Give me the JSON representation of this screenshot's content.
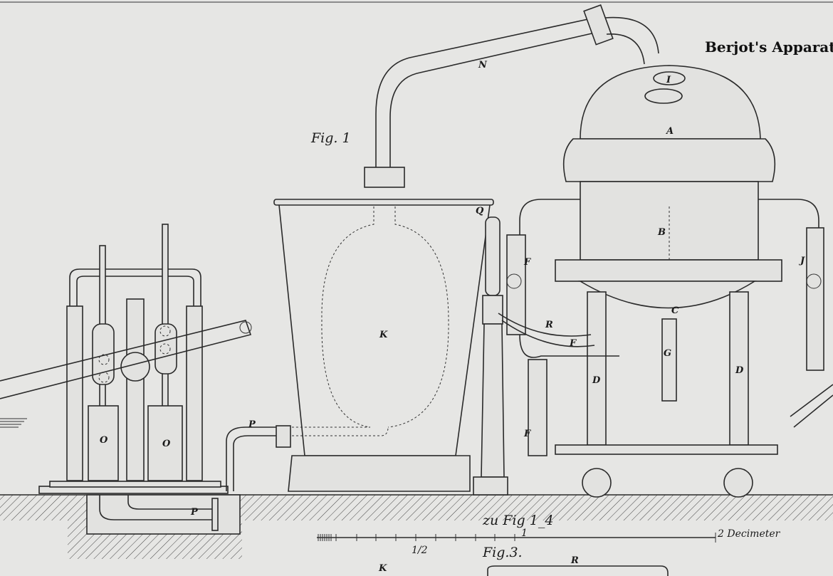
{
  "title": "Berjot's Apparat",
  "figures": {
    "fig1": "Fig. 1",
    "fig3": "Fig.3.",
    "scale_caption": "zu Fig 1_4"
  },
  "scale": {
    "half": "1/2",
    "one": "1",
    "two": "2 Decimeter"
  },
  "labels": {
    "N": "N",
    "I": "I",
    "A": "A",
    "B": "B",
    "C": "C",
    "D1": "D",
    "D2": "D",
    "F1": "F",
    "F2": "F",
    "F3": "F",
    "G": "G",
    "J": "J",
    "K": "K",
    "Q": "Q",
    "R": "R",
    "P1": "P",
    "P2": "P",
    "O1": "O",
    "O2": "O",
    "K3": "K",
    "R3": "R"
  },
  "colors": {
    "paper": "#e6e6e4",
    "ink": "#2a2a2a"
  }
}
